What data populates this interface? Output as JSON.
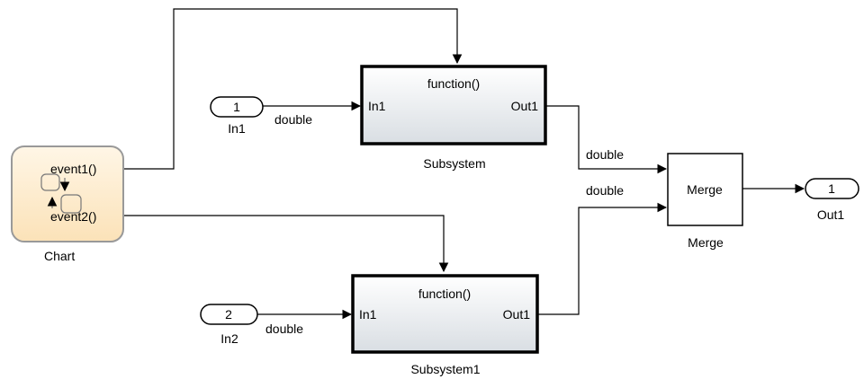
{
  "blocks": {
    "chart": {
      "name": "Chart",
      "event1": "event1()",
      "event2": "event2()"
    },
    "in1": {
      "number": "1",
      "name": "In1"
    },
    "in2": {
      "number": "2",
      "name": "In2"
    },
    "subsystem": {
      "name": "Subsystem",
      "trigger": "function()",
      "in_port": "In1",
      "out_port": "Out1"
    },
    "subsystem1": {
      "name": "Subsystem1",
      "trigger": "function()",
      "in_port": "In1",
      "out_port": "Out1"
    },
    "merge": {
      "name": "Merge",
      "label": "Merge"
    },
    "out1": {
      "number": "1",
      "name": "Out1"
    }
  },
  "signals": {
    "in1_to_subsystem": "double",
    "in2_to_subsystem1": "double",
    "subsystem_to_merge": "double",
    "subsystem1_to_merge": "double"
  },
  "colors": {
    "chart_fill": "#fde9c8",
    "subsystem_fill": "#e6ebef",
    "line": "#000000"
  }
}
